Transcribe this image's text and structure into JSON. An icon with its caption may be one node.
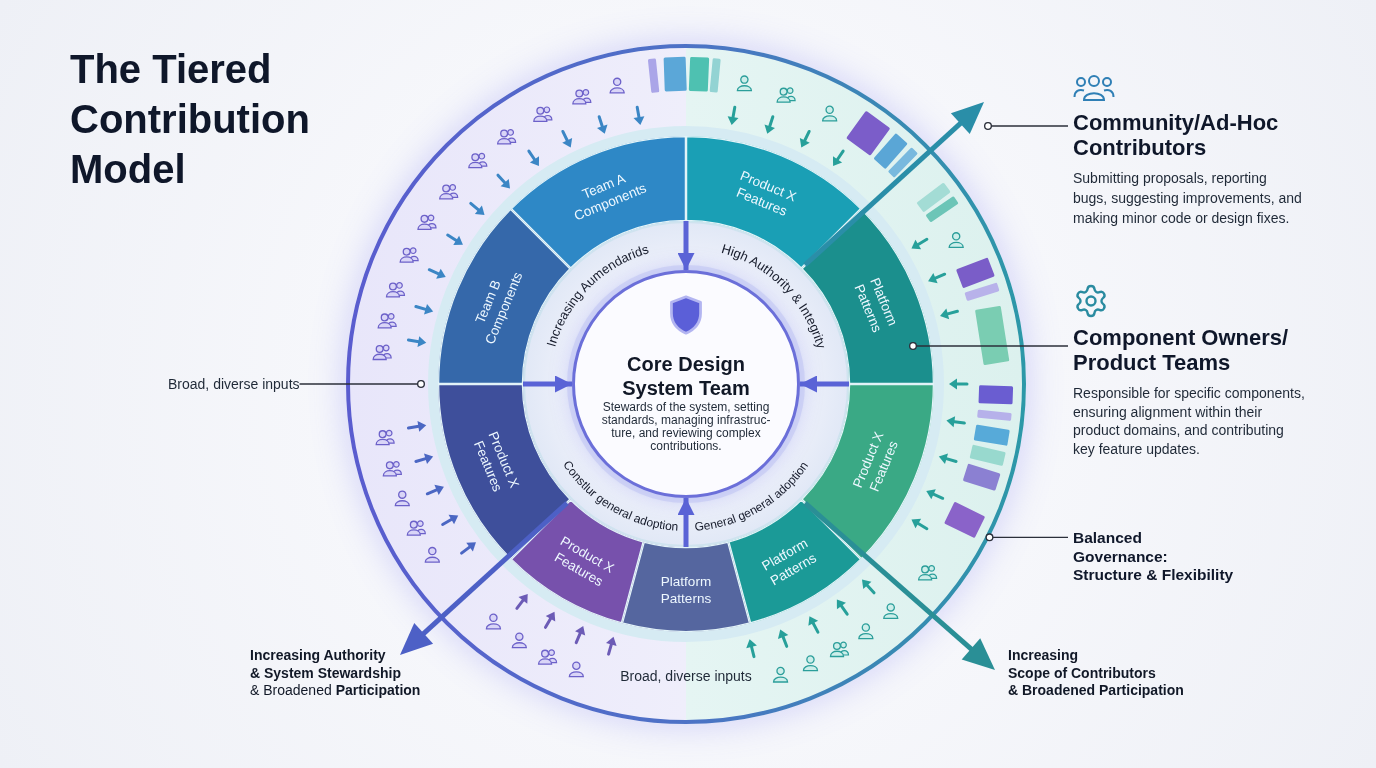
{
  "diagram": {
    "title": "The Tiered Contribution Model",
    "nodes": [
      {
        "text": [
          "Broad, diverse inputs"
        ]
      },
      {
        "text": [
          "Team A Components"
        ],
        "in": 0
      },
      {
        "text": [
          "Product X Features"
        ],
        "in": 0
      },
      {
        "text": [
          "Platform Patterns"
        ],
        "in": 0
      },
      {
        "text": [
          "Product X Features"
        ],
        "in": 0
      },
      {
        "text": [
          "Platform Patterns"
        ],
        "in": 0
      },
      {
        "text": [
          "Platform Patterns"
        ],
        "in": 0
      },
      {
        "text": [
          "Product X Features"
        ],
        "in": 0
      },
      {
        "text": [
          "Product X Features"
        ],
        "in": 0
      },
      {
        "text": [
          "Team B Components"
        ],
        "in": 0
      },
      {
        "text": [
          "Increasing Aumendarids",
          "High Authority & Integrity",
          "Core Design System Team",
          "Stewards of the system, setting standards, managing infrastruc- ture, and reviewing complex contributions.",
          "Constlur general adoption",
          "General general adoption"
        ],
        "in": 0
      },
      {
        "text": [
          "Broad, diverse inputs"
        ]
      },
      {
        "text": [
          "Community/Ad-Hoc Contributors",
          "Submitting proposals, reporting bugs, suggesting improvements, and making minor code or design fixes."
        ]
      },
      {
        "text": [
          "Component Owners/ Product Teams",
          "Responsible for specific components, ensuring alignment within their product domains, and contributing key feature updates."
        ]
      },
      {
        "text": [
          "Balanced Governance: Structure & Flexibility"
        ]
      }
    ],
    "edges": [
      {
        "from": 11,
        "to": 0,
        "arrow": "other"
      },
      {
        "from": 12,
        "to": null,
        "arrow": "other"
      },
      {
        "from": 13,
        "to": 3,
        "arrow": "other"
      },
      {
        "from": 14,
        "to": 0,
        "arrow": "other"
      },
      {
        "from": 1,
        "to": 10,
        "arrow": "to",
        "style": "thick",
        "color": "#5a63d6"
      },
      {
        "from": 8,
        "to": 10,
        "arrow": "to",
        "style": "thick",
        "color": "#5a63d6"
      },
      {
        "from": 3,
        "to": 10,
        "arrow": "to",
        "style": "thick",
        "color": "#5a63d6"
      },
      {
        "from": 6,
        "to": 10,
        "arrow": "to",
        "style": "thick",
        "color": "#5a63d6"
      }
    ],
    "labels": [
      "**Increasing Authority & System Stewardship** & Broadened **Participation**",
      "Increasing Scope of Contributors & Broadened Participation"
    ]
  }
}
